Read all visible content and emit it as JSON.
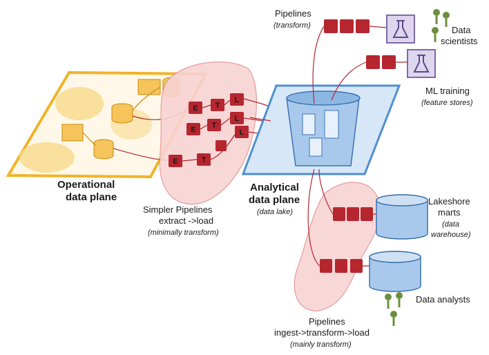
{
  "operational": {
    "line1": "Operational",
    "line2": "data plane"
  },
  "simple_pipelines": {
    "line1": "Simpler Pipelines",
    "line2": "extract ->load",
    "line3": "(minimally transform)"
  },
  "etl_letters": {
    "e": "E",
    "t": "T",
    "l": "L"
  },
  "analytical": {
    "line1": "Analytical",
    "line2": "data plane",
    "line3": "(data lake)"
  },
  "top_pipelines": {
    "line1": "Pipelines",
    "line2": "(transform)"
  },
  "data_scientists": {
    "line1": "Data",
    "line2": "scientists"
  },
  "ml_training": {
    "line1": "ML training",
    "line2": "(feature stores)"
  },
  "lakeshore": {
    "line1": "Lakeshore",
    "line2": "marts",
    "line3": "(data",
    "line4": "warehouse)"
  },
  "data_analysts": {
    "label": "Data analysts"
  },
  "bottom_pipelines": {
    "line1": "Pipelines",
    "line2": "ingest->transform->load",
    "line3": "(mainly transform)"
  },
  "colors": {
    "operational": "#f0b429",
    "pipeline": "#b5262f",
    "analytical": "#4f8fd0",
    "consumer": "#7b6aa8",
    "people": "#6b8f3e"
  }
}
